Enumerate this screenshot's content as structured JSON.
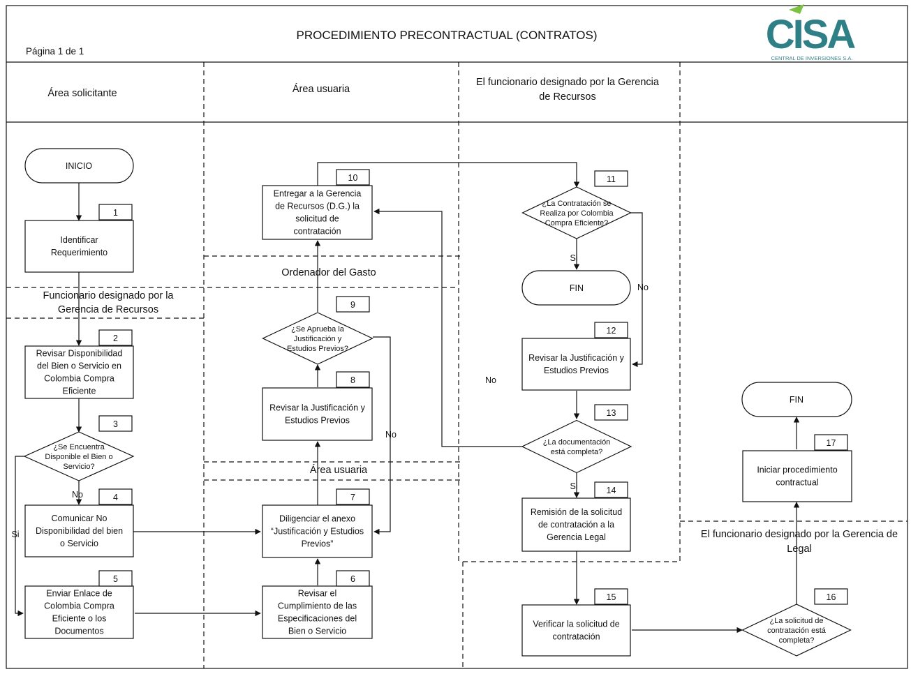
{
  "header": {
    "title": "PROCEDIMIENTO PRECONTRACTUAL (CONTRATOS)",
    "page": "Página 1 de 1",
    "logo_text": "CISA",
    "logo_sub": "CENTRAL DE INVERSIONES S.A."
  },
  "lanes": {
    "solicitante": "Área solicitante",
    "usuaria": "Área usuaria",
    "funcionario_rec_1": "El funcionario designado por la Gerencia",
    "funcionario_rec_2": "de Recursos",
    "funcionario_dg_1": "Funcionario designado por la",
    "funcionario_dg_2": "Gerencia de Recursos",
    "ordenador": "Ordenador del Gasto",
    "usuaria_2": "Área usuaria",
    "legal_1": "El funcionario designado por la Gerencia de",
    "legal_2": "Legal"
  },
  "terminals": {
    "inicio": "INICIO",
    "fin_1": "FIN",
    "fin_2": "FIN"
  },
  "steps": {
    "s1": {
      "num": "1",
      "lines": [
        "Identificar",
        "Requerimiento"
      ]
    },
    "s2": {
      "num": "2",
      "lines": [
        "Revisar Disponibilidad",
        "del Bien o Servicio en",
        "Colombia Compra",
        "Eficiente"
      ]
    },
    "s3": {
      "num": "3",
      "lines": [
        "¿Se Encuentra",
        "Disponible el Bien o",
        "Servicio?"
      ]
    },
    "s4": {
      "num": "4",
      "lines": [
        "Comunicar No",
        "Disponibilidad del bien",
        "o Servicio"
      ]
    },
    "s5": {
      "num": "5",
      "lines": [
        "Enviar Enlace de",
        "Colombia Compra",
        "Eficiente o los",
        "Documentos"
      ]
    },
    "s6": {
      "num": "6",
      "lines": [
        "Revisar el",
        "Cumplimiento de las",
        "Especificaciones del",
        "Bien o Servicio"
      ]
    },
    "s7": {
      "num": "7",
      "lines": [
        "Diligenciar el anexo",
        "“Justificación y Estudios",
        "Previos”"
      ]
    },
    "s8": {
      "num": "8",
      "lines": [
        "Revisar la Justificación y",
        "Estudios Previos"
      ]
    },
    "s9": {
      "num": "9",
      "lines": [
        "¿Se Aprueba la",
        "Justificación  y",
        "Estudios Previos?"
      ]
    },
    "s10": {
      "num": "10",
      "lines": [
        "Entregar a  la Gerencia",
        "de Recursos (D.G.) la",
        "solicitud de",
        "contratación"
      ]
    },
    "s11": {
      "num": "11",
      "lines": [
        "¿La Contratación se",
        "Realiza por Colombia",
        "Compra Eficiente?"
      ]
    },
    "s12": {
      "num": "12",
      "lines": [
        "Revisar la Justificación y",
        "Estudios Previos"
      ]
    },
    "s13": {
      "num": "13",
      "lines": [
        "¿La documentación",
        "está  completa?"
      ]
    },
    "s14": {
      "num": "14",
      "lines": [
        "Remisión de la solicitud",
        "de contratación a la",
        "Gerencia Legal"
      ]
    },
    "s15": {
      "num": "15",
      "lines": [
        "Verificar la solicitud de",
        "contratación"
      ]
    },
    "s16": {
      "num": "16",
      "lines": [
        "¿La solicitud de",
        "contratación está",
        "completa?"
      ]
    },
    "s17": {
      "num": "17",
      "lines": [
        "Iniciar procedimiento",
        "contractual"
      ]
    }
  },
  "edge_labels": {
    "no_3": "No",
    "si_3": "Si",
    "no_9": "No",
    "si_11": "Si",
    "no_11": "No",
    "no_13": "No",
    "si_13": "Si"
  },
  "colors": {
    "logo": "#2f7f86",
    "logo_accent": "#7cc242",
    "line": "#111111"
  }
}
